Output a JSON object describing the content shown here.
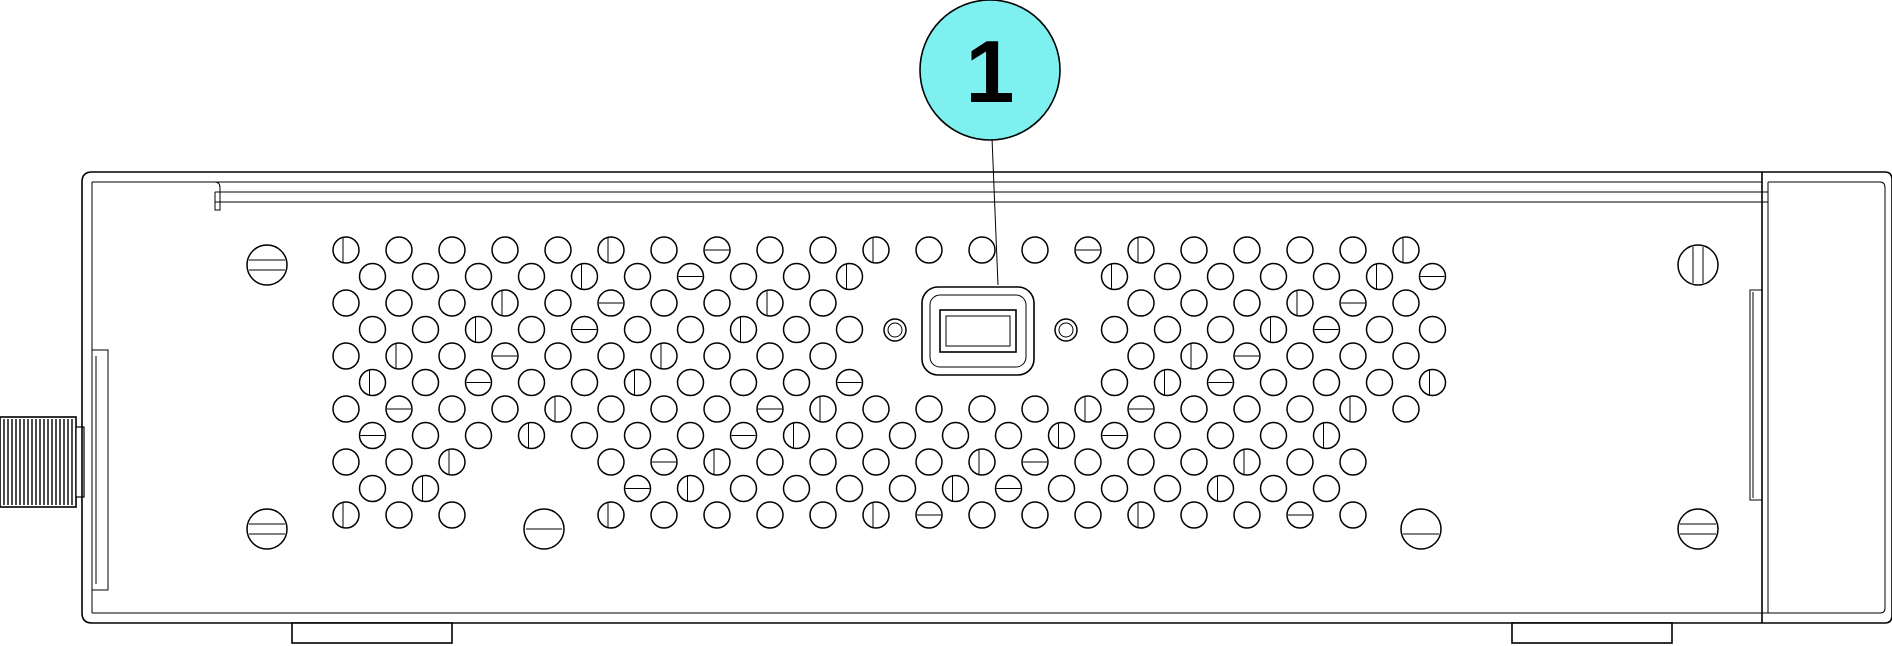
{
  "figure": {
    "subject": "device-front-panel-vented-grille",
    "callouts": [
      {
        "label": "1",
        "target": "front-panel-display-window",
        "color": "#7ef0f0"
      }
    ]
  }
}
